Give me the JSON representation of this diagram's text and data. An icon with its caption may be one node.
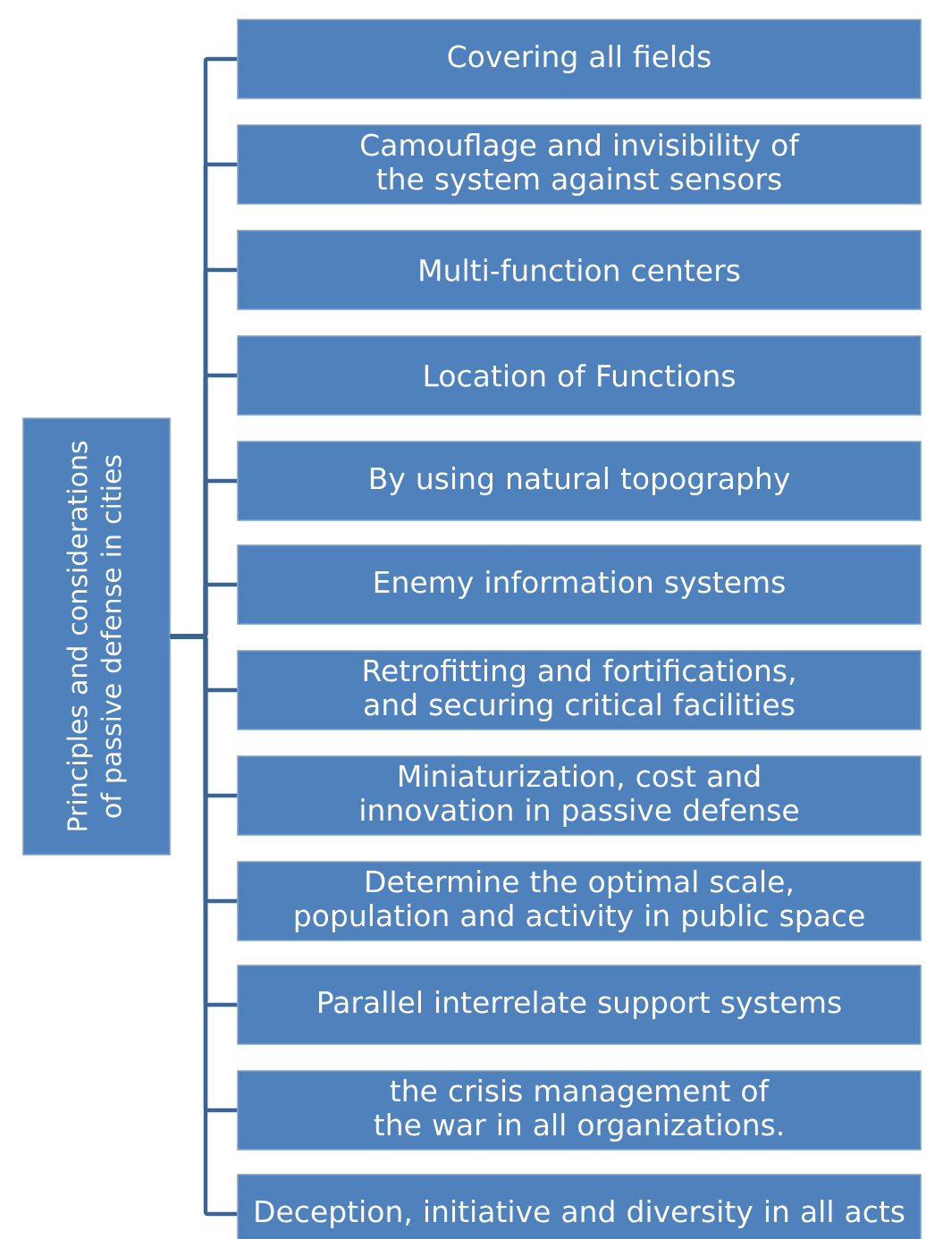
{
  "diagram": {
    "nodes": [
      {
        "text": [
          "Principles and considerations of passive defense in cities"
        ]
      },
      {
        "text": [
          "Covering all fields"
        ]
      },
      {
        "text": [
          "Camouflage and invisibility of the system against sensors"
        ]
      },
      {
        "text": [
          "Multi-function centers"
        ]
      },
      {
        "text": [
          "Location of Functions"
        ]
      },
      {
        "text": [
          "By using natural topography"
        ]
      },
      {
        "text": [
          "Enemy information systems"
        ]
      },
      {
        "text": [
          "Retrofitting and fortifications, and securing critical facilities"
        ]
      },
      {
        "text": [
          "Miniaturization, cost and innovation in passive defense"
        ]
      },
      {
        "text": [
          "Determine the optimal scale, population and activity in public space"
        ]
      },
      {
        "text": [
          "Parallel  interrelate support systems"
        ]
      },
      {
        "text": [
          "the crisis management of the war in all organizations."
        ]
      },
      {
        "text": [
          "Deception, initiative and diversity in all acts"
        ]
      }
    ],
    "edges": [
      {
        "from": 0,
        "to": 1,
        "arrow": "none"
      },
      {
        "from": 0,
        "to": 2,
        "arrow": "none"
      },
      {
        "from": 0,
        "to": 3,
        "arrow": "none"
      },
      {
        "from": 0,
        "to": 4,
        "arrow": "none"
      },
      {
        "from": 0,
        "to": 5,
        "arrow": "none"
      },
      {
        "from": 0,
        "to": 6,
        "arrow": "none"
      },
      {
        "from": 0,
        "to": 7,
        "arrow": "none"
      },
      {
        "from": 0,
        "to": 8,
        "arrow": "none"
      },
      {
        "from": 0,
        "to": 9,
        "arrow": "none"
      },
      {
        "from": 0,
        "to": 10,
        "arrow": "none"
      },
      {
        "from": 0,
        "to": 11,
        "arrow": "none"
      },
      {
        "from": 0,
        "to": 12,
        "arrow": "none"
      }
    ]
  }
}
